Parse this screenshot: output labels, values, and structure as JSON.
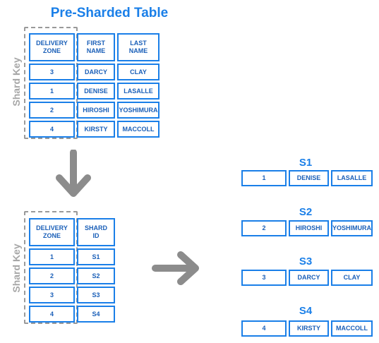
{
  "title": "Pre-Sharded Table",
  "shard_key_label": "Shard Key",
  "pre_table": {
    "headers": [
      "DELIVERY ZONE",
      "FIRST NAME",
      "LAST NAME"
    ],
    "header_lines": [
      [
        "DELIVERY",
        "ZONE"
      ],
      [
        "FIRST",
        "NAME"
      ],
      [
        "LAST",
        "NAME"
      ]
    ],
    "rows": [
      [
        "3",
        "DARCY",
        "CLAY"
      ],
      [
        "1",
        "DENISE",
        "LASALLE"
      ],
      [
        "2",
        "HIROSHI",
        "YOSHIMURA"
      ],
      [
        "4",
        "KIRSTY",
        "MACCOLL"
      ]
    ]
  },
  "map_table": {
    "header_lines": [
      [
        "DELIVERY",
        "ZONE"
      ],
      [
        "SHARD",
        "ID"
      ]
    ],
    "rows": [
      [
        "1",
        "S1"
      ],
      [
        "2",
        "S2"
      ],
      [
        "3",
        "S3"
      ],
      [
        "4",
        "S4"
      ]
    ]
  },
  "shards": [
    {
      "label": "S1",
      "row": [
        "1",
        "DENISE",
        "LASALLE"
      ]
    },
    {
      "label": "S2",
      "row": [
        "2",
        "HIROSHI",
        "YOSHIMURA"
      ]
    },
    {
      "label": "S3",
      "row": [
        "3",
        "DARCY",
        "CLAY"
      ]
    },
    {
      "label": "S4",
      "row": [
        "4",
        "KIRSTY",
        "MACCOLL"
      ]
    }
  ],
  "colors": {
    "accent": "#1a7fe8",
    "text": "#1a5fb8",
    "arrow": "#8c8c8c",
    "dash": "#9a9a9a"
  }
}
